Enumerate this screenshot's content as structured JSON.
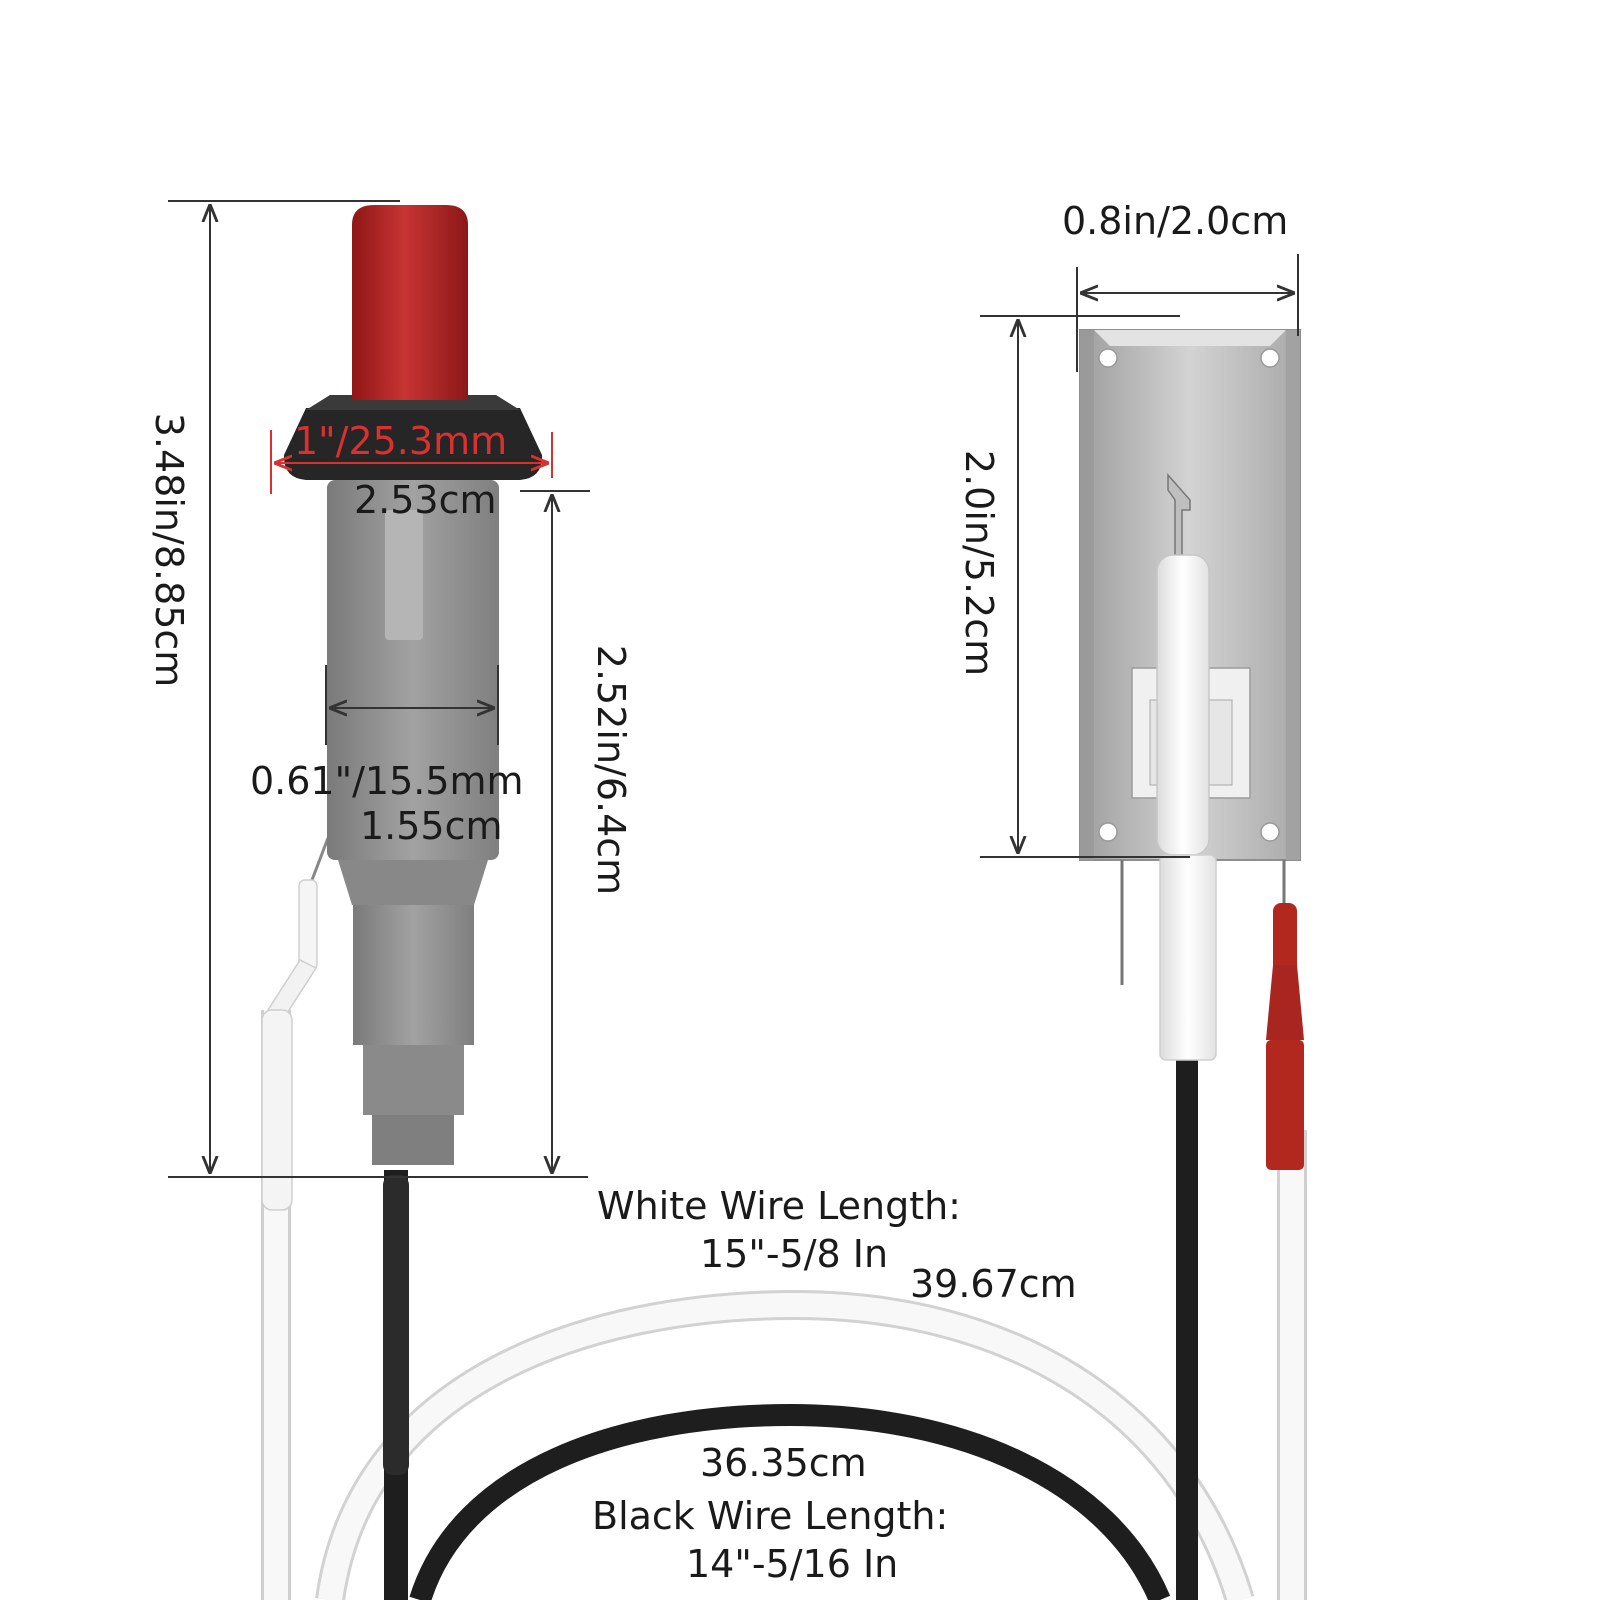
{
  "labels": {
    "igniter_total_height": "3.48in/8.85cm",
    "flange_diameter": "1\"/25.3mm",
    "flange_diameter_cm": "2.53cm",
    "body_height": "2.52in/6.4cm",
    "body_width": "0.61\"/15.5mm",
    "body_width_cm": "1.55cm",
    "electrode_width": "0.8in/2.0cm",
    "electrode_height": "2.0in/5.2cm",
    "white_wire_title": "White Wire Length:",
    "white_wire_in": "15\"-5/8 In",
    "white_wire_cm": "39.67cm",
    "black_wire_cm": "36.35cm",
    "black_wire_title": "Black Wire Length:",
    "black_wire_in": "14\"-5/16 In"
  },
  "colors": {
    "push_button": "#b22424",
    "igniter_body": "#8e8e8e",
    "flange": "#2a2a2a",
    "dimension_line": "#333333",
    "flange_dimension": "#d93030",
    "bracket": "#c4c4c4",
    "ceramic": "#f4f4f4",
    "black_wire": "#1e1e1e",
    "white_wire": "#f7f7f7",
    "red_sleeve": "#b3281e"
  }
}
